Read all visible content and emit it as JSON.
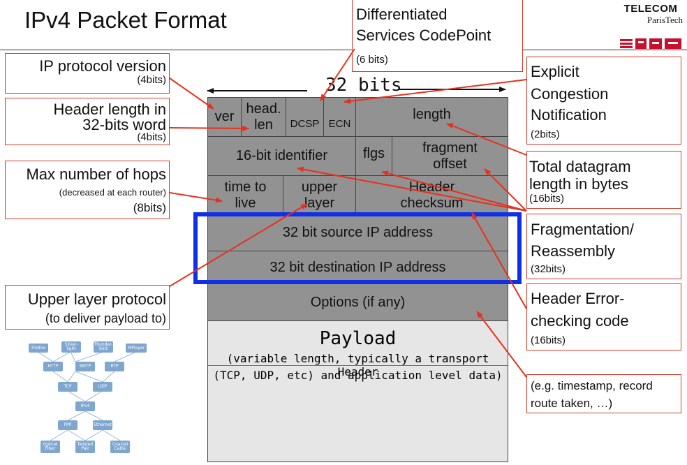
{
  "title": "IPv4 Packet Format",
  "logo": {
    "line1": "TELECOM",
    "line2": "ParisTech"
  },
  "bits_label": "32 bits",
  "header_fields": {
    "ver": "ver",
    "head_len_1": "head.",
    "head_len_2": "len",
    "dcsp": "DCSP",
    "ecn": "ECN",
    "length": "length",
    "identifier": "16-bit identifier",
    "flags": "flgs",
    "frag_1": "fragment",
    "frag_2": "offset",
    "ttl_1": "time to",
    "ttl_2": "live",
    "upper_1": "upper",
    "upper_2": "layer",
    "checksum_1": "Header",
    "checksum_2": "checksum",
    "src": "32 bit source IP address",
    "dst": "32 bit destination IP address",
    "options": "Options (if any)"
  },
  "payload": {
    "title": "Payload",
    "line1": "(variable length, typically a transport Header",
    "line2": "(TCP, UDP, etc) and application level data)"
  },
  "callouts": {
    "version": {
      "main": "IP protocol version",
      "bits": "(4bits)"
    },
    "header_len": {
      "main1": "Header length in",
      "main2": "32-bits word",
      "bits": "(4bits)"
    },
    "hops": {
      "main": "Max number of hops",
      "sub": "(decreased at each router)",
      "bits": "(8bits)"
    },
    "upper": {
      "main": "Upper layer protocol",
      "sub": "(to deliver payload to)"
    },
    "dscp": {
      "main1": "Differentiated",
      "main2": "Services CodePoint",
      "bits": "(6 bits)"
    },
    "ecn": {
      "main1": "Explicit",
      "main2": "Congestion",
      "main3": "Notification",
      "bits": "(2bits)"
    },
    "total_len": {
      "main1": "Total datagram",
      "main2": "length in bytes",
      "bits": "(16bits)"
    },
    "frag": {
      "main1": "Fragmentation/",
      "main2": "Reassembly",
      "bits": "(32bits)"
    },
    "hec": {
      "main1": "Header Error-",
      "main2": "checking code",
      "bits": "(16bits)"
    },
    "options": {
      "line1": "(e.g. timestamp, record",
      "line2": "route taken, …)"
    }
  },
  "stack": {
    "apps": [
      "Firefox",
      "Silver-light",
      "Thunder-bird",
      "MPlayer"
    ],
    "app_proto": [
      "HTTP",
      "SMTP",
      "RTP"
    ],
    "transport": [
      "TCP",
      "UDP"
    ],
    "network": "IPv4",
    "link": [
      "PPP",
      "Ethernet"
    ],
    "phys": [
      "Optical Fiber",
      "Twisted Pair",
      "Coaxial Cable"
    ]
  },
  "colors": {
    "header_cell": "#929292",
    "payload": "#e6e6e6",
    "arrow": "#e8301c",
    "highlight": "#1030e8",
    "node": "#7ea6cf"
  }
}
